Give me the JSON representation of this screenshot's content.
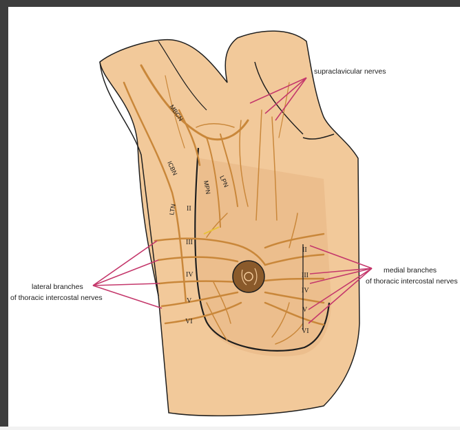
{
  "labels": {
    "supraclavicular": "supraclavicular nerves",
    "medial_line1": "medial branches",
    "medial_line2": "of thoracic intercostal nerves",
    "lateral_line1": "lateral branches",
    "lateral_line2": "of  thoracic intercostal nerves",
    "mbcn": "MBCN",
    "icbn": "ICBN",
    "mpn": "MPN",
    "lpn": "LPN",
    "ltn": "LTN"
  },
  "lateral_numerals": [
    "II",
    "III",
    "IV",
    "V",
    "VI"
  ],
  "medial_numerals": [
    "II",
    "III",
    "IV",
    "V",
    "VI"
  ],
  "colors": {
    "skin": "#f2c99a",
    "skin_shadow": "#e7b583",
    "outline": "#1e1e1e",
    "nerve": "#c9873a",
    "leader": "#c4376b",
    "areola": "#8a5a2b",
    "frame": "#3d3d3d"
  }
}
